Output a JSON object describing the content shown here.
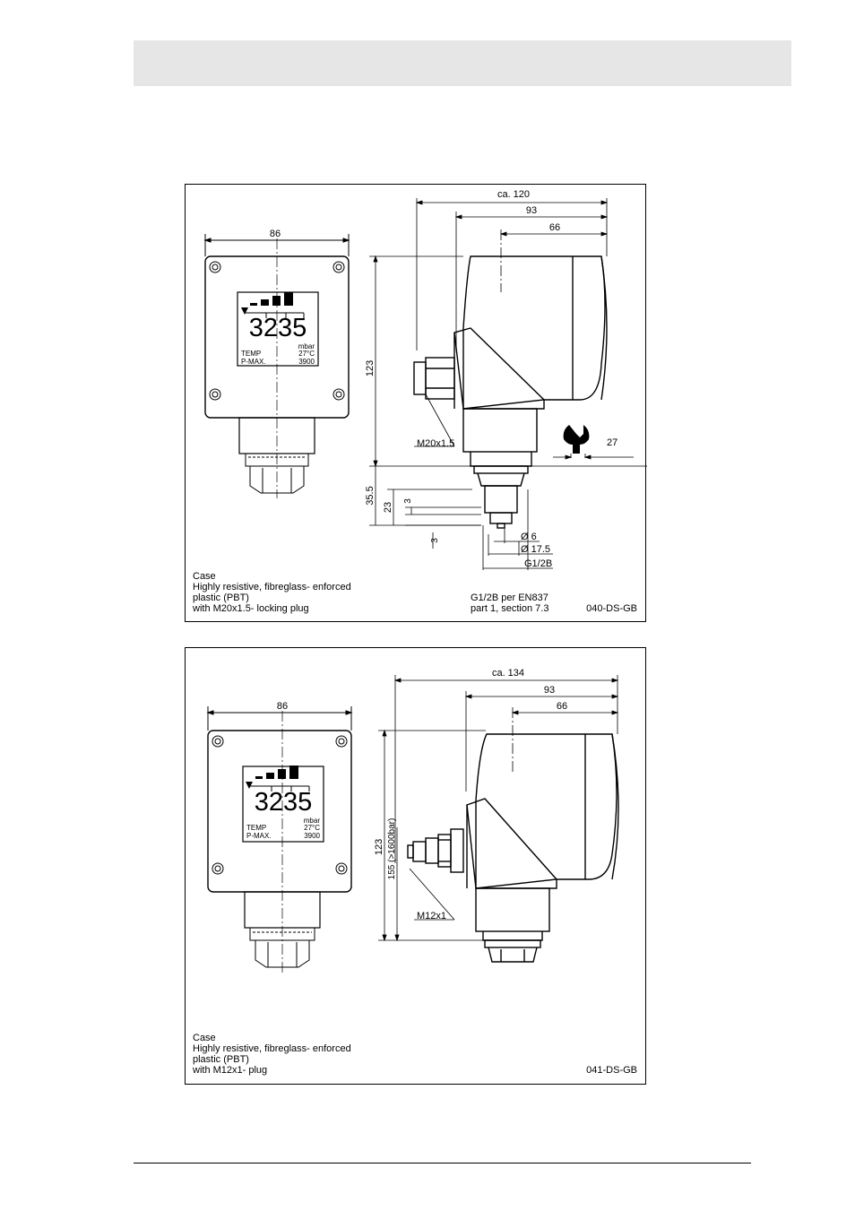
{
  "figure1": {
    "front": {
      "width_dim": "86",
      "display_value": "3235",
      "unit": "mbar",
      "rows": [
        {
          "label": "TEMP",
          "value": "27°C"
        },
        {
          "label": "P-MAX.",
          "value": "3900"
        }
      ]
    },
    "side": {
      "dim_total": "ca. 120",
      "dim_93": "93",
      "dim_66": "66",
      "dim_height": "123",
      "dim_35_5": "35.5",
      "dim_23": "23",
      "dim_3a": "3",
      "dim_3b": "3",
      "dim_wrench": "27",
      "thread_label": "M20x1.5",
      "dia_6": "Ø 6",
      "dia_17_5": "Ø 17.5",
      "g12b": "G1/2B"
    },
    "case_text": [
      "Case",
      "Highly resistive, fibreglass- enforced",
      "plastic (PBT)",
      "with M20x1.5- locking plug"
    ],
    "note": [
      "G1/2B per EN837",
      "part 1, section 7.3"
    ],
    "drawing_code": "040-DS-GB"
  },
  "figure2": {
    "front": {
      "width_dim": "86",
      "display_value": "3235",
      "unit": "mbar",
      "rows": [
        {
          "label": "TEMP",
          "value": "27°C"
        },
        {
          "label": "P-MAX.",
          "value": "3900"
        }
      ]
    },
    "side": {
      "dim_total": "ca. 134",
      "dim_93": "93",
      "dim_66": "66",
      "dim_height": "123",
      "dim_155": "155 (>1600bar)",
      "plug_label": "M12x1"
    },
    "case_text": [
      "Case",
      "Highly resistive, fibreglass- enforced",
      "plastic (PBT)",
      "with M12x1- plug"
    ],
    "drawing_code": "041-DS-GB"
  }
}
